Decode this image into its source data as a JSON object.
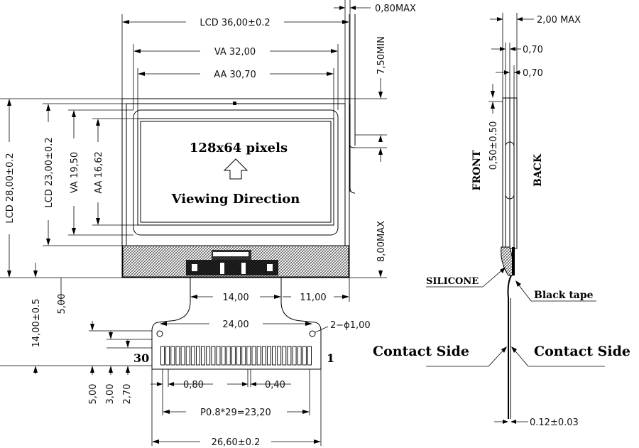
{
  "front_view": {
    "dims": {
      "lcd_width": "LCD 36,00±0.2",
      "va_width": "VA 32,00",
      "aa_width": "AA 30,70",
      "lcd_height": "LCD 28,00±0.2",
      "lcd_inner_height": "LCD 23,00±0.2",
      "va_height": "VA 19,50",
      "aa_height": "AA 16,62",
      "top_thickness": "0,80MAX",
      "top_margin": "7,50MIN",
      "bottom_max": "8,00MAX",
      "tail_height": "14,00±0.5",
      "tail_offset": "5,00",
      "fpc_width": "14,00",
      "fpc_right": "11,00",
      "hole_span": "24,00",
      "holes": "2−ϕ1,00",
      "pitch_a": "0,80",
      "pitch_b": "0,40",
      "pitch_total": "P0.8*29=23,20",
      "connector_width": "26,60±0.2",
      "left_500": "5,00",
      "left_300": "3,00",
      "left_270": "2,70"
    },
    "display_text": {
      "resolution": "128x64 pixels",
      "direction": "Viewing Direction"
    },
    "pins": {
      "first": "30",
      "last": "1"
    }
  },
  "side_view": {
    "dims": {
      "max_thickness": "2,00 MAX",
      "layer_a": "0,70",
      "layer_b": "0,70",
      "glass_gap": "0,50±0.50",
      "fpc_thickness": "0.12±0.03"
    },
    "labels": {
      "front": "FRONT",
      "back": "BACK",
      "silicone": "SILICONE",
      "black_tape": "Black tape",
      "contact_left": "Contact Side",
      "contact_right": "Contact Side"
    }
  }
}
